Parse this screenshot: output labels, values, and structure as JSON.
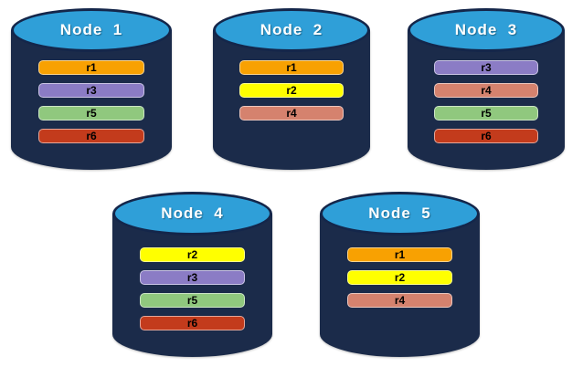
{
  "diagram": {
    "description": "Five database node cylinders holding replicated partitions r1-r6",
    "nodes": [
      {
        "label": "Node  1",
        "replicas": [
          "r1",
          "r3",
          "r5",
          "r6"
        ]
      },
      {
        "label": "Node  2",
        "replicas": [
          "r1",
          "r2",
          "r4"
        ]
      },
      {
        "label": "Node  3",
        "replicas": [
          "r3",
          "r4",
          "r5",
          "r6"
        ]
      },
      {
        "label": "Node  4",
        "replicas": [
          "r2",
          "r3",
          "r5",
          "r6"
        ]
      },
      {
        "label": "Node  5",
        "replicas": [
          "r1",
          "r2",
          "r4"
        ]
      }
    ],
    "replica_colors": {
      "r1": "#F8A102",
      "r2": "#FFFF00",
      "r3": "#8B7CC5",
      "r4": "#D5826E",
      "r5": "#90C87E",
      "r6": "#C33B1C"
    },
    "colors": {
      "cylinder_body": "#1B2B4A",
      "cylinder_top": "#2F9FD8",
      "cylinder_outline": "#14264A",
      "background": "#FFFFFF",
      "bar_text": "#000000",
      "title_text": "#FFFFFF"
    }
  }
}
